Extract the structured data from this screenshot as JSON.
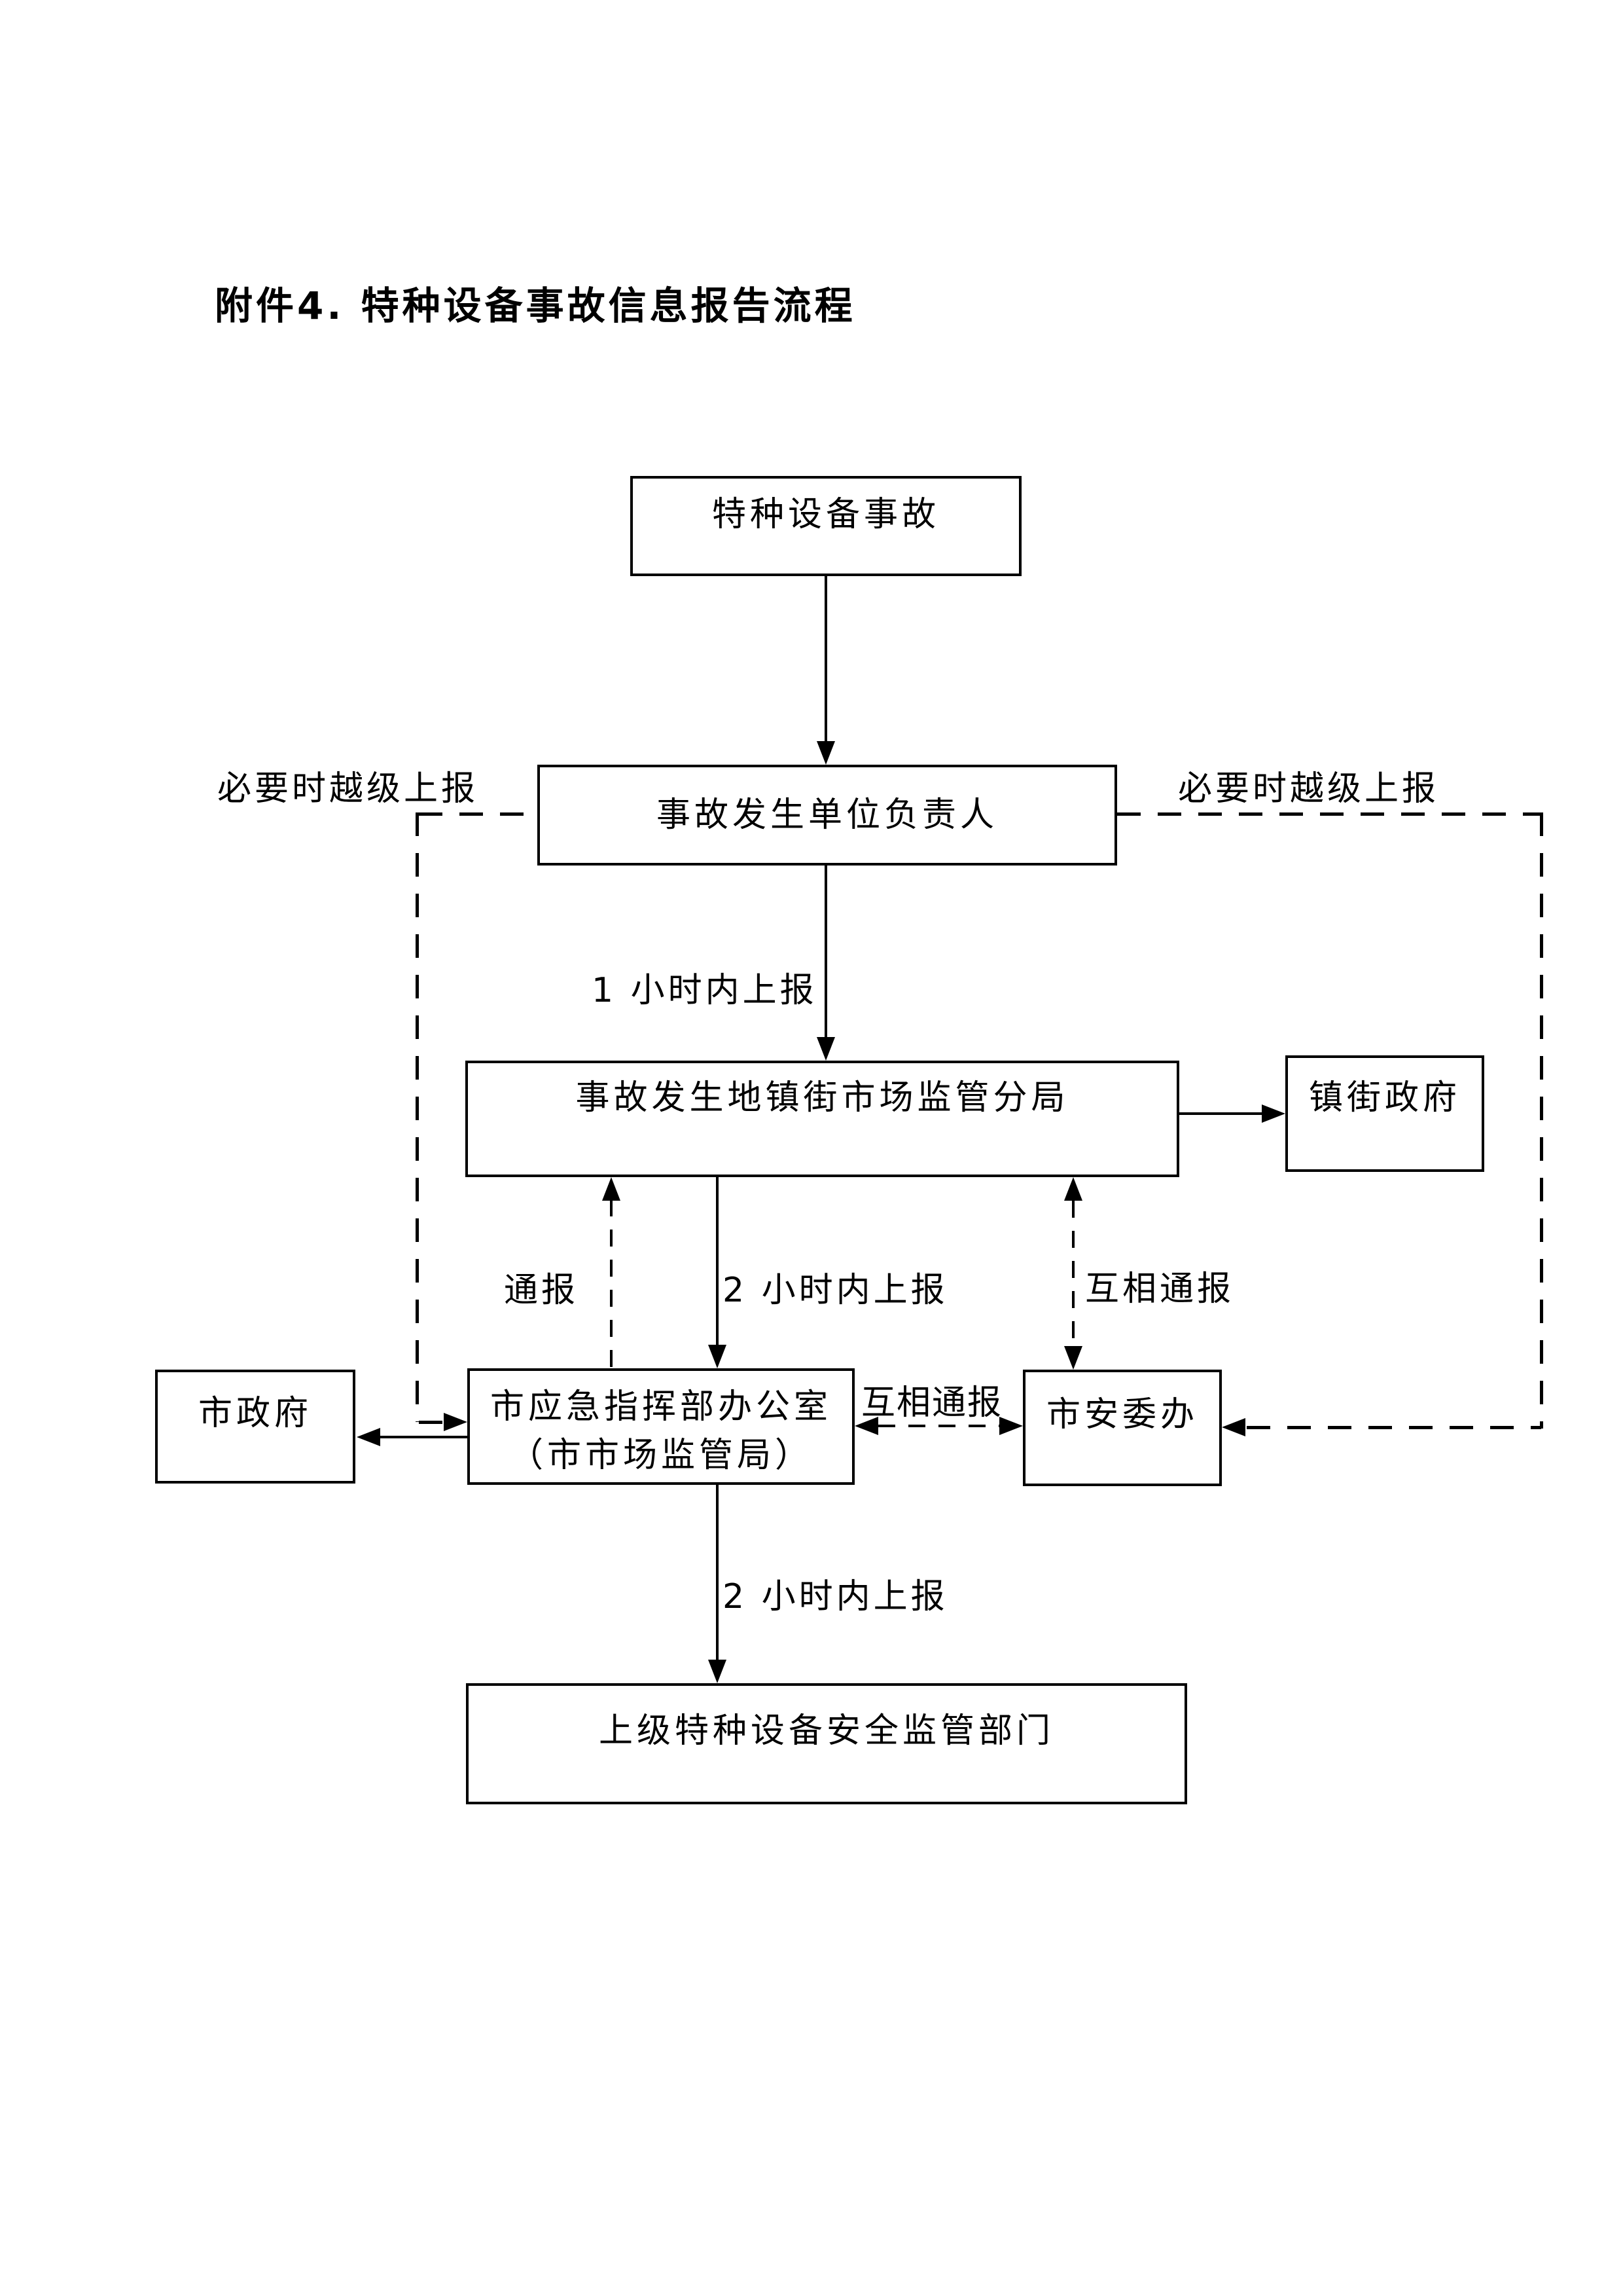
{
  "page": {
    "title": "附件4. 特种设备事故信息报告流程"
  },
  "flowchart": {
    "nodes": {
      "accident": {
        "label": "特种设备事故"
      },
      "unit_head": {
        "label": "事故发生单位负责人"
      },
      "branch": {
        "label": "事故发生地镇街市场监管分局"
      },
      "town_gov": {
        "label": "镇街政府"
      },
      "city_gov": {
        "label": "市政府"
      },
      "emergency_office": {
        "line1": "市应急指挥部办公室",
        "line2": "（市市场监管局）"
      },
      "safety_committee": {
        "label": "市安委办"
      },
      "superior": {
        "label": "上级特种设备安全监管部门"
      }
    },
    "edge_labels": {
      "bypass_left": "必要时越级上报",
      "bypass_right": "必要时越级上报",
      "one_hour": "1 小时内上报",
      "notify": "通报",
      "two_hour_first": "2 小时内上报",
      "mutual_vertical": "互相通报",
      "mutual_horizontal": "互相通报",
      "two_hour_second": "2 小时内上报"
    },
    "colors": {
      "line": "#000000",
      "background": "#ffffff"
    }
  }
}
